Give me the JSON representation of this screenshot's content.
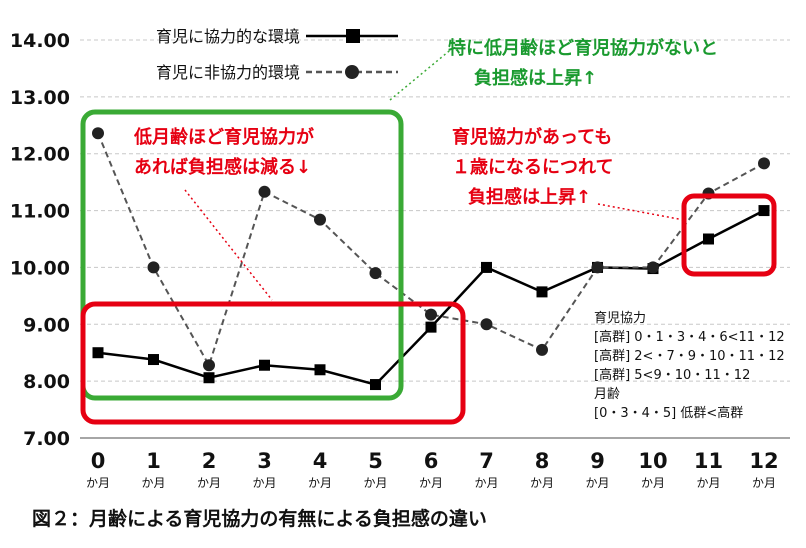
{
  "caption": "図２：月齢による育児協力の有無による負担感の違い",
  "chart_data": {
    "type": "line",
    "categories": [
      "0",
      "1",
      "2",
      "3",
      "4",
      "5",
      "6",
      "7",
      "8",
      "9",
      "10",
      "11",
      "12"
    ],
    "category_unit": "か月",
    "ylim": [
      7.0,
      14.0
    ],
    "yticks": [
      "7.00",
      "8.00",
      "9.00",
      "10.00",
      "11.00",
      "12.00",
      "13.00",
      "14.00"
    ],
    "grid": true,
    "legend_position": "top-left",
    "series": [
      {
        "name": "育児に協力的な環境",
        "color": "#000000",
        "marker": "square",
        "dash": "solid",
        "values": [
          8.5,
          8.38,
          8.06,
          8.28,
          8.2,
          7.94,
          8.95,
          10.0,
          9.57,
          10.0,
          9.98,
          10.5,
          11.0
        ]
      },
      {
        "name": "育児に非協力的環境",
        "color": "#555555",
        "marker": "circle",
        "dash": "dashed",
        "values": [
          12.36,
          10.0,
          8.28,
          11.33,
          10.84,
          9.9,
          9.17,
          9.0,
          8.55,
          10.0,
          10.0,
          11.3,
          11.83
        ]
      }
    ],
    "annotations": {
      "green_callout": [
        "特に低月齢ほど育児協力がないと",
        "負担感は上昇↑"
      ],
      "red_left_callout": [
        "低月齢ほど育児協力が",
        "あれば負担感は減る↓"
      ],
      "red_right_callout": [
        "育児協力があっても",
        "１歳になるにつれて",
        "負担感は上昇↑"
      ],
      "stats_note": [
        "育児協力",
        "[高群] 0・1・3・4・6<11・12",
        "[高群] 2<・7・9・10・11・12",
        "[高群] 5<9・10・11・12",
        "月齢",
        "[0・3・4・5] 低群<高群"
      ]
    },
    "colors": {
      "green": "#3aaa35",
      "red": "#e60012",
      "grid": "#c8c8c8",
      "axis": "#888888",
      "green_text": "#1a9a2f",
      "red_text": "#e60012"
    }
  }
}
